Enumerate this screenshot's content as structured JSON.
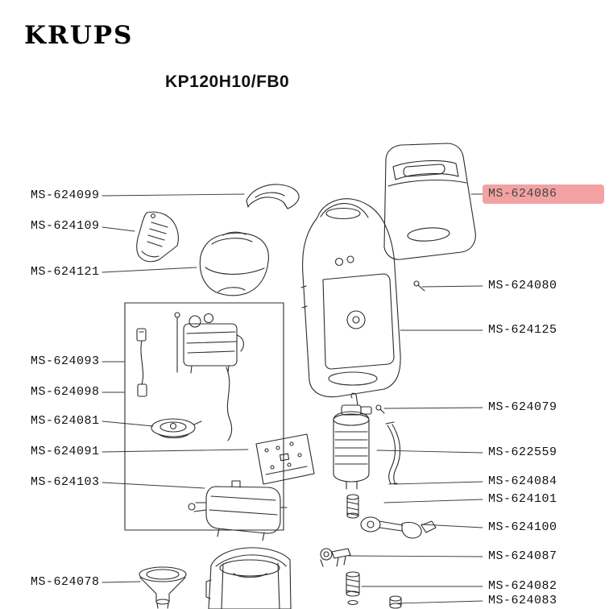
{
  "brand": "KRUPS",
  "model": "KP120H10/FB0",
  "highlight_color": "#f2a2a2",
  "labels": {
    "left": [
      {
        "id": "MS-624099"
      },
      {
        "id": "MS-624109"
      },
      {
        "id": "MS-624121"
      },
      {
        "id": "MS-624093"
      },
      {
        "id": "MS-624098"
      },
      {
        "id": "MS-624081"
      },
      {
        "id": "MS-624091"
      },
      {
        "id": "MS-624103"
      },
      {
        "id": "MS-624078"
      }
    ],
    "right": [
      {
        "id": "MS-624086",
        "highlighted": true
      },
      {
        "id": "MS-624080"
      },
      {
        "id": "MS-624125"
      },
      {
        "id": "MS-624079"
      },
      {
        "id": "MS-622559"
      },
      {
        "id": "MS-624084"
      },
      {
        "id": "MS-624101"
      },
      {
        "id": "MS-624100"
      },
      {
        "id": "MS-624087"
      },
      {
        "id": "MS-624082"
      },
      {
        "id": "MS-624083"
      }
    ]
  }
}
